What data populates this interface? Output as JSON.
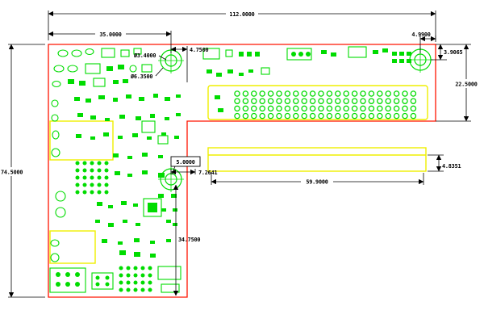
{
  "colors": {
    "background": "#ffffff",
    "board_outline": "#ff1400",
    "components": "#00dc00",
    "connectors": "#efef00",
    "dimensions": "#000000"
  },
  "pin_header": {
    "pin_rows": 4,
    "pin_cols": 22
  },
  "dimensions": {
    "overall_width": "112.0000",
    "left_section_width": "35.0000",
    "hole_to_edge": "4.7500",
    "hole_diameter": "Ø3.4000",
    "hole_keepout_diameter": "Ø6.3500",
    "right_hole_offset_x": "4.9900",
    "right_hole_offset_y": "3.9065",
    "arm_height": "22.5000",
    "connector_edge_offset": "4.8351",
    "connector_width": "59.9000",
    "mid_hole_offset_x": "7.2641",
    "mid_hole_ref": "5.0000",
    "mid_hole_to_bottom": "34.7500",
    "overall_height": "74.5000"
  }
}
